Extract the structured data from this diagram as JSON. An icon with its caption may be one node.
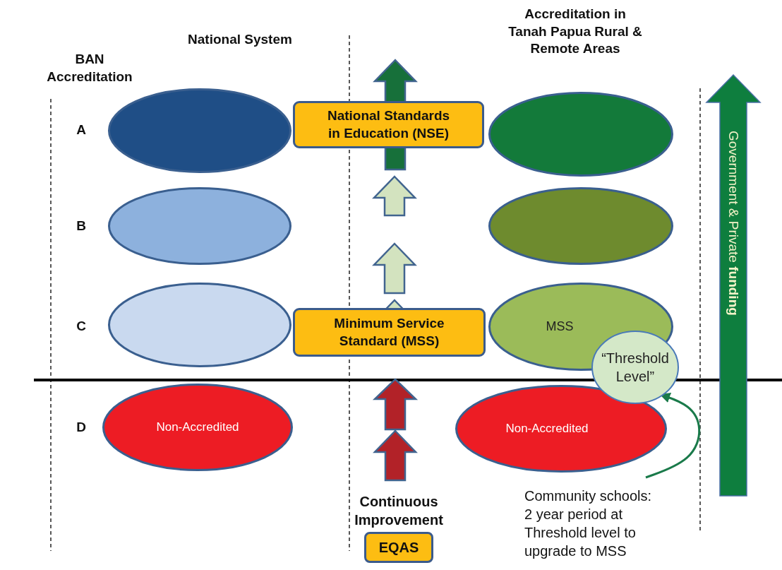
{
  "diagram": {
    "nodes": [
      {
        "text": [],
        "shape": "ellipse"
      },
      {
        "text": [],
        "shape": "ellipse"
      },
      {
        "text": [
          "National Standards in Education (NSE)"
        ]
      },
      {
        "text": [],
        "shape": "ellipse"
      },
      {
        "text": [],
        "shape": "ellipse"
      },
      {
        "text": [],
        "shape": "ellipse"
      },
      {
        "text": [
          "MSS"
        ]
      },
      {
        "text": [
          "Minimum Service Standard (MSS)"
        ]
      },
      {
        "text": [
          "“Threshold Level”"
        ]
      },
      {
        "text": [
          "Non-Accredited"
        ]
      },
      {
        "text": [
          "Non-Accredited"
        ]
      },
      {
        "text": [
          "Community schools: 2 year period at Threshold level to upgrade to MSS"
        ]
      },
      {
        "text": [
          "Continuous Improvement",
          "EQAS"
        ]
      },
      {
        "text": [
          "Government & Private **funding**"
        ]
      }
    ],
    "edges": [
      {
        "from": 12,
        "to": 7,
        "arrow": "to",
        "style": "thick",
        "color": "#b22228"
      },
      {
        "from": 7,
        "to": 2,
        "arrow": "to",
        "style": "thick",
        "color": "#d3e3bf"
      },
      {
        "from": 2,
        "to": null,
        "arrow": "to",
        "style": "thick",
        "color": "#17703a"
      },
      {
        "from": 11,
        "to": 8,
        "arrow": "to",
        "color": "#1a7a4a"
      }
    ],
    "labels": [
      "BAN Accreditation",
      "National System",
      "Accreditation in Tanah Papua Rural & Remote Areas",
      "A",
      "B",
      "C",
      "D"
    ]
  }
}
